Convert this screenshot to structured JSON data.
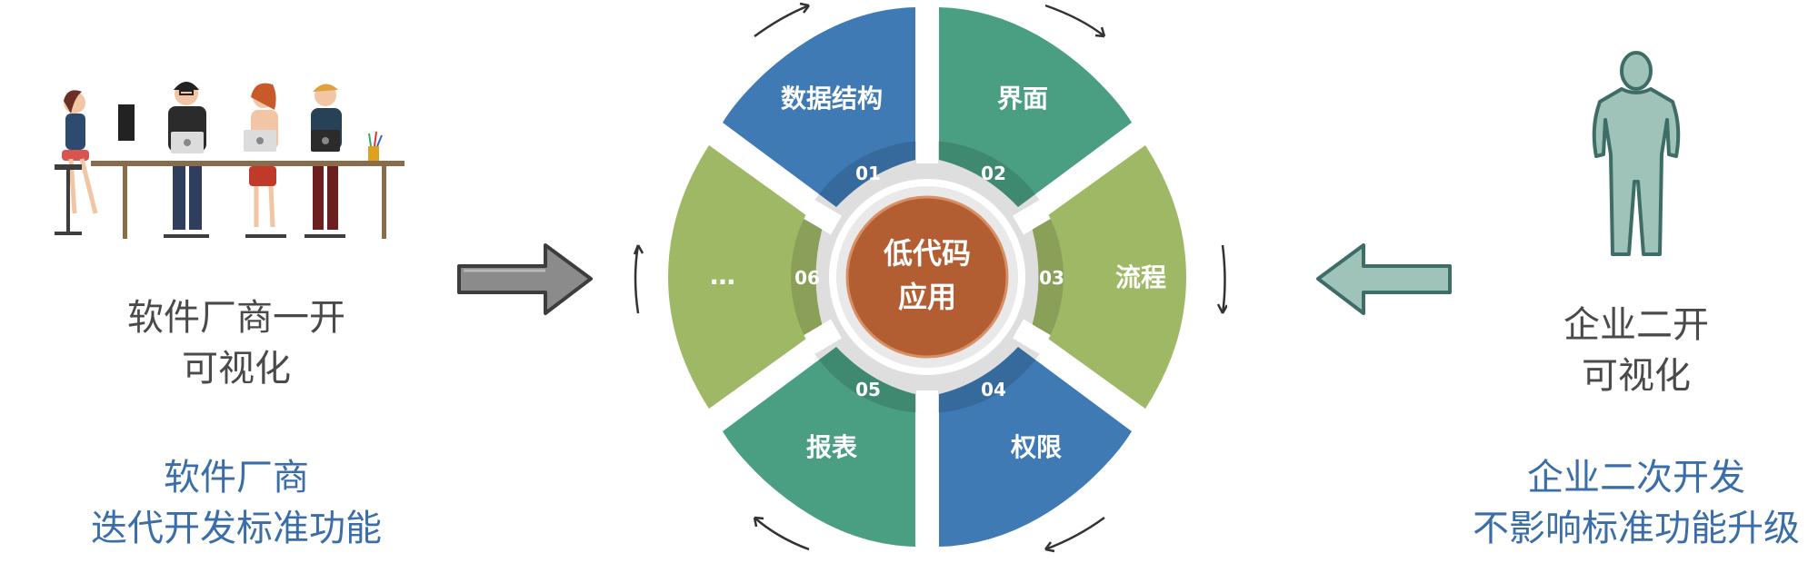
{
  "left": {
    "title_lines": [
      "软件厂商一开",
      "可视化"
    ],
    "desc_lines": [
      "软件厂商",
      "迭代开发标准功能"
    ]
  },
  "right": {
    "title_lines": [
      "企业二开",
      "可视化"
    ],
    "desc_lines": [
      "企业二次开发",
      "不影响标准功能升级"
    ]
  },
  "wheel": {
    "center_lines": [
      "低代码",
      "应用"
    ],
    "segments": [
      {
        "num": "01",
        "label": "数据结构",
        "color": "#3f7ab5"
      },
      {
        "num": "02",
        "label": "界面",
        "color": "#4a9e82"
      },
      {
        "num": "03",
        "label": "流程",
        "color": "#9fb866"
      },
      {
        "num": "04",
        "label": "权限",
        "color": "#3f7ab5"
      },
      {
        "num": "05",
        "label": "报表",
        "color": "#4a9e82"
      },
      {
        "num": "06",
        "label": "…",
        "color": "#9fb866"
      }
    ]
  },
  "colors": {
    "center_fill": "#b35d33",
    "arrow_left": "#8b8b8b",
    "arrow_right": "#9fc3b8",
    "person_fill": "#9fc3b8"
  }
}
